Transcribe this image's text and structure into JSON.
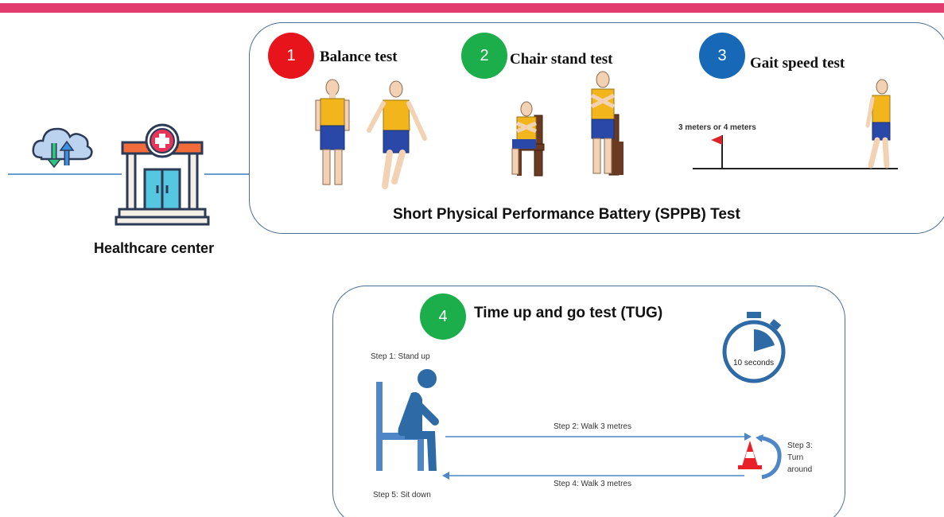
{
  "colors": {
    "accent_bar": "#e23c6f",
    "step_red": "#e8141c",
    "step_green": "#1cae4a",
    "step_blue": "#1769b8",
    "panel_border": "#4a6e95",
    "tug_blue": "#2e6aa5"
  },
  "healthcare": {
    "label": "Healthcare center",
    "cloud_icon": "cloud-sync-icon",
    "building_icon": "hospital-building-icon"
  },
  "sppb": {
    "caption": "Short Physical Performance Battery (SPPB) Test",
    "tests": [
      {
        "number": "1",
        "title": "Balance test",
        "color": "#e8141c"
      },
      {
        "number": "2",
        "title": "Chair stand test",
        "color": "#1cae4a"
      },
      {
        "number": "3",
        "title": "Gait speed test",
        "color": "#1769b8"
      }
    ],
    "gait_distance_label": "3 meters or 4 meters"
  },
  "tug": {
    "number": "4",
    "title": "Time up and go test (TUG)",
    "color": "#1cae4a",
    "timer_label": "10 seconds",
    "steps": {
      "step1": "Step 1: Stand up",
      "step2": "Step 2: Walk 3 metres",
      "step3": [
        "Step 3:",
        "Turn",
        "around"
      ],
      "step4": "Step 4: Walk 3 metres",
      "step5": "Step 5: Sit down"
    }
  }
}
